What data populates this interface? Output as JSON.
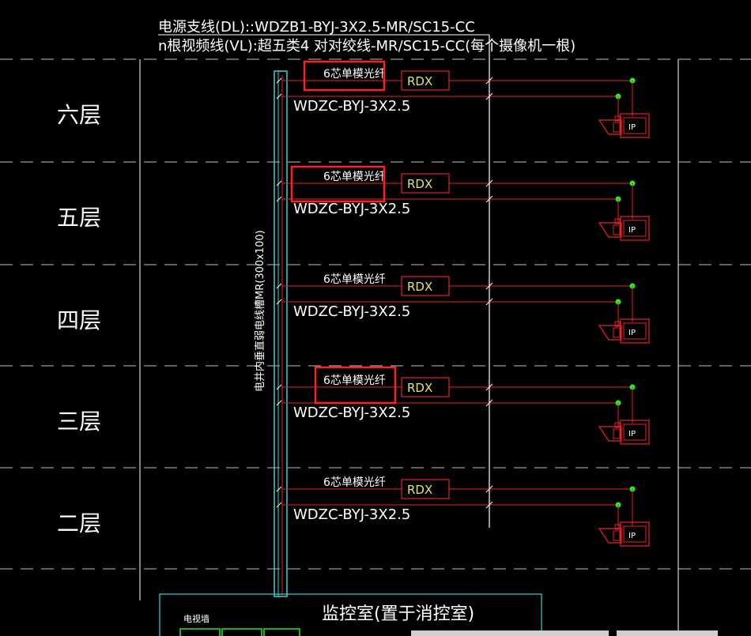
{
  "header": {
    "line1": "电源支线(DL)::WDZB1-BYJ-3X2.5-MR/SC15-CC",
    "line2": "n根视频线(VL):超五类4 对对绞线-MR/SC15-CC(每个摄像机一根)"
  },
  "riser_label": "电井内垂直弱电线槽MR(300x100)",
  "floors": [
    {
      "name": "六层",
      "fiber": "6芯单模光纤",
      "device": "RDX",
      "power": "WDZC-BYJ-3X2.5",
      "camera": "IP",
      "highlighted": true
    },
    {
      "name": "五层",
      "fiber": "6芯单模光纤",
      "device": "RDX",
      "power": "WDZC-BYJ-3X2.5",
      "camera": "IP",
      "highlighted": true
    },
    {
      "name": "四层",
      "fiber": "6芯单模光纤",
      "device": "RDX",
      "power": "WDZC-BYJ-3X2.5",
      "camera": "IP",
      "highlighted": false
    },
    {
      "name": "三层",
      "fiber": "6芯单模光纤",
      "device": "RDX",
      "power": "WDZC-BYJ-3X2.5",
      "camera": "IP",
      "highlighted": true
    },
    {
      "name": "二层",
      "fiber": "6芯单模光纤",
      "device": "RDX",
      "power": "WDZC-BYJ-3X2.5",
      "camera": "IP",
      "highlighted": false
    }
  ],
  "control_room": {
    "title": "监控室(置于消控室)",
    "cabinet_label": "电视墙"
  },
  "colors": {
    "background": "#000000",
    "wire_red": "#e8222a",
    "riser_cyan": "#3ad3d8",
    "node_green": "#22ee22",
    "highlight_red": "#ff2020",
    "rdx_yellow": "#e4e46a"
  }
}
